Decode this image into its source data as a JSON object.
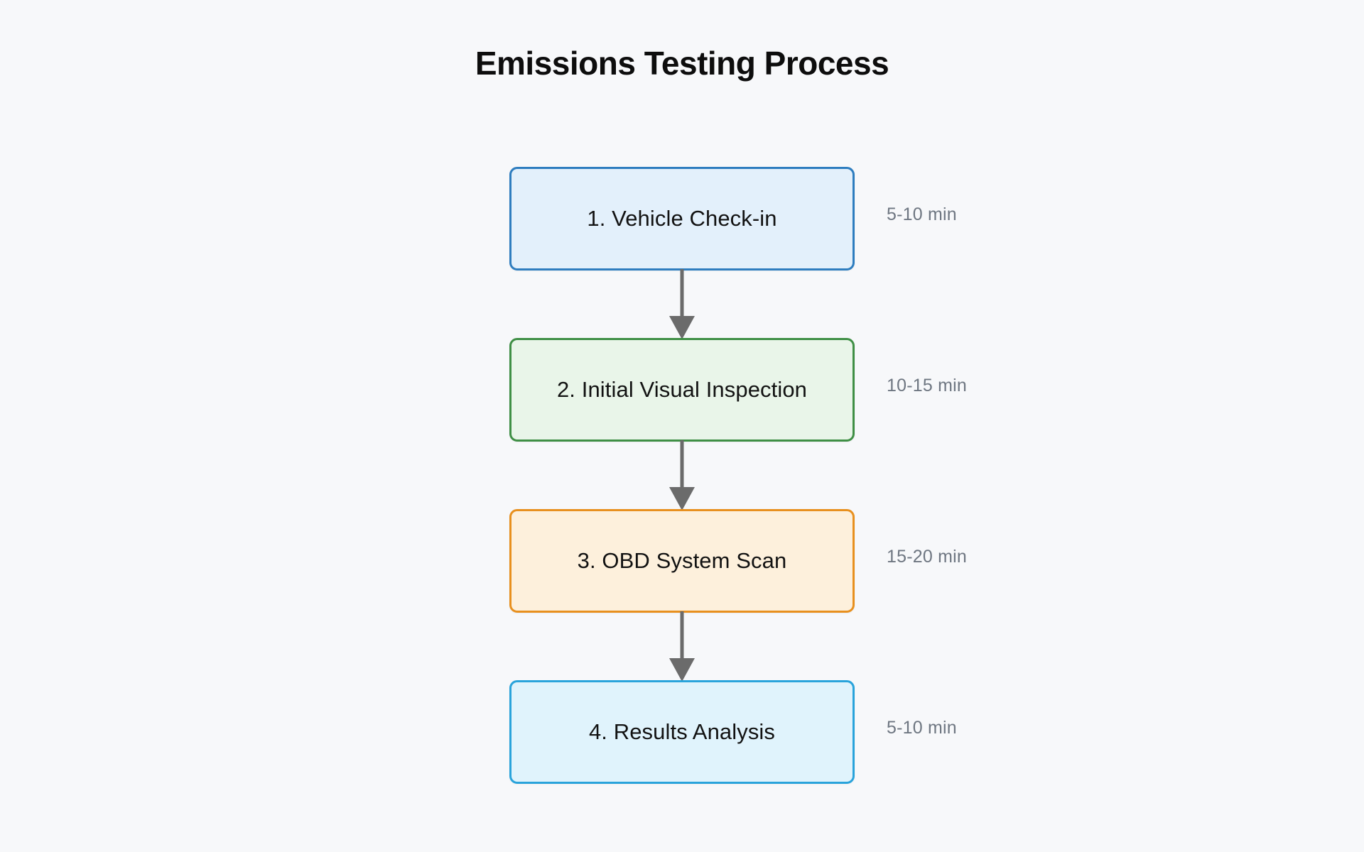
{
  "title": "Emissions Testing Process",
  "background_color": "#f7f8fa",
  "arrow_color": "#6b6b6b",
  "duration_text_color": "#6e7681",
  "chart_data": {
    "type": "flowchart",
    "title": "Emissions Testing Process",
    "orientation": "vertical",
    "node_count": 4,
    "nodes": [
      {
        "id": 1,
        "label": "1. Vehicle Check-in",
        "duration": "5-10 min",
        "border_color": "#2e7dbf",
        "fill_color": "#e3f0fb"
      },
      {
        "id": 2,
        "label": "2. Initial Visual Inspection",
        "duration": "10-15 min",
        "border_color": "#3f8f45",
        "fill_color": "#e9f5e9"
      },
      {
        "id": 3,
        "label": "3. OBD System Scan",
        "duration": "15-20 min",
        "border_color": "#e8901e",
        "fill_color": "#fdf0dc"
      },
      {
        "id": 4,
        "label": "4. Results Analysis",
        "duration": "5-10 min",
        "border_color": "#29a3db",
        "fill_color": "#e0f3fc"
      }
    ],
    "edges": [
      {
        "from": 1,
        "to": 2,
        "style": "solid-arrow",
        "label": ""
      },
      {
        "from": 2,
        "to": 3,
        "style": "solid-arrow",
        "label": ""
      },
      {
        "from": 3,
        "to": 4,
        "style": "solid-arrow",
        "label": ""
      }
    ]
  },
  "steps": [
    {
      "label": "1. Vehicle Check-in",
      "duration": "5-10 min"
    },
    {
      "label": "2. Initial Visual Inspection",
      "duration": "10-15 min"
    },
    {
      "label": "3. OBD System Scan",
      "duration": "15-20 min"
    },
    {
      "label": "4. Results Analysis",
      "duration": "5-10 min"
    }
  ]
}
